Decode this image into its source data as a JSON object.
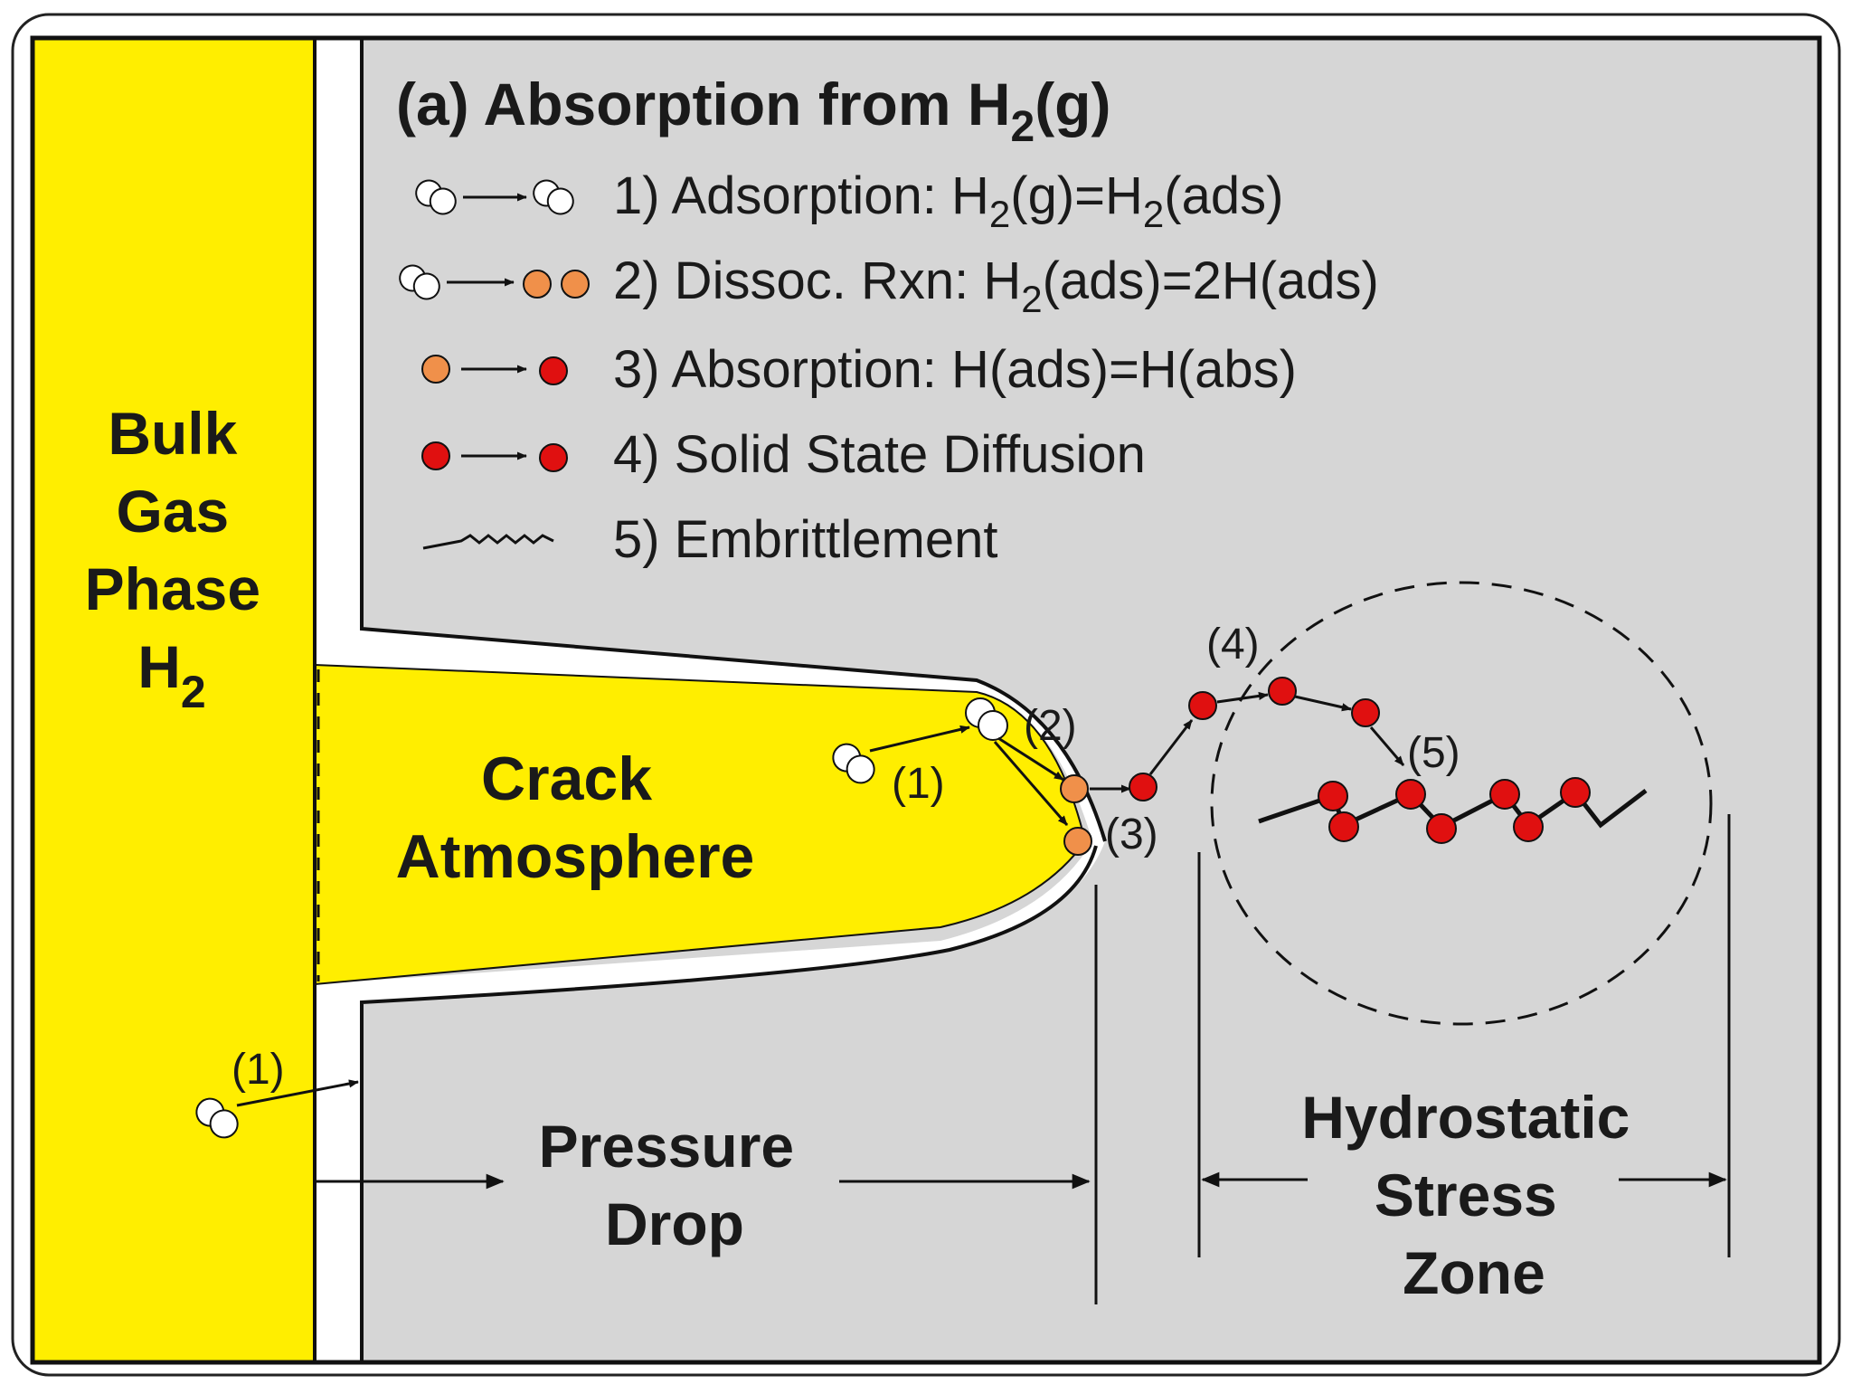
{
  "title": {
    "prefix": "(a) Absorption from H",
    "subscript": "2",
    "suffix": "(g)"
  },
  "legend": [
    {
      "parts": [
        "1) Adsorption: H",
        "2",
        "(g)=H",
        "2",
        "(ads)"
      ]
    },
    {
      "parts": [
        "2) Dissoc. Rxn: H",
        "2",
        "(ads)=2H(ads)"
      ]
    },
    {
      "parts": [
        "3) Absorption:  H(ads)=H(abs)"
      ]
    },
    {
      "parts": [
        "4) Solid State Diffusion"
      ]
    },
    {
      "parts": [
        "5) Embrittlement"
      ]
    }
  ],
  "regions": {
    "bulk_gas": {
      "lines": [
        "Bulk",
        "Gas",
        "Phase",
        "H"
      ],
      "subscript": "2"
    },
    "crack_atmosphere": {
      "lines": [
        "Crack",
        "Atmosphere"
      ]
    },
    "pressure_drop": {
      "lines": [
        "Pressure",
        "Drop"
      ]
    },
    "hydrostatic_zone": {
      "lines": [
        "Hydrostatic",
        "Stress",
        "Zone"
      ]
    }
  },
  "step_labels": {
    "s1_crack": "(1)",
    "s1_wall": "(1)",
    "s2": "(2)",
    "s3": "(3)",
    "s4": "(4)",
    "s5": "(5)"
  },
  "colors": {
    "gas_yellow": "#ffee00",
    "metal_gray": "#d6d6d6",
    "adsorbed_h": "#f0904a",
    "absorbed_h": "#e01010",
    "molecule_white": "#ffffff",
    "outline": "#111111"
  }
}
